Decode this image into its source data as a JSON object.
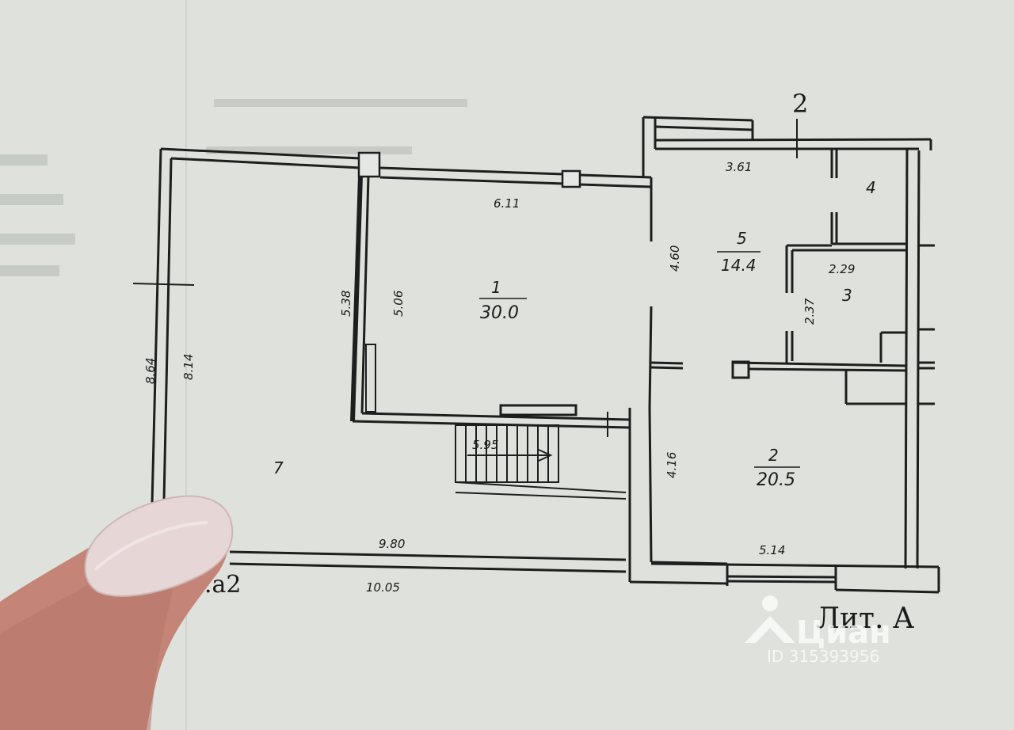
{
  "plan": {
    "axis_mark": "2",
    "sheet_label": "Лит. А",
    "annex_label": ".а2",
    "rooms": [
      {
        "number": "1",
        "area": "30.0"
      },
      {
        "number": "2",
        "area": "20.5"
      },
      {
        "number": "3",
        "area": ""
      },
      {
        "number": "4",
        "area": ""
      },
      {
        "number": "5",
        "area": "14.4"
      },
      {
        "number": "7",
        "area": ""
      }
    ],
    "dimensions": {
      "room1_width": "6.11",
      "room1_height_outer": "5.38",
      "room1_height_inner": "5.06",
      "room5_width": "3.61",
      "room5_height": "4.60",
      "room3_width": "2.29",
      "room3_height": "2.37",
      "room2_height": "4.16",
      "room2_width": "5.14",
      "room7_inner_height": "8.14",
      "room7_outer_height": "8.64",
      "room7_inner_width": "9.80",
      "room7_outer_width": "10.05",
      "stair_length": "5.95"
    }
  },
  "watermark": {
    "brand": "Циан",
    "listing_id": "ID 315393956"
  },
  "colors": {
    "paper": "#e8ebe7",
    "line": "#1e1e1e",
    "skin": "#c9897c",
    "nail": "#efe6e6"
  }
}
